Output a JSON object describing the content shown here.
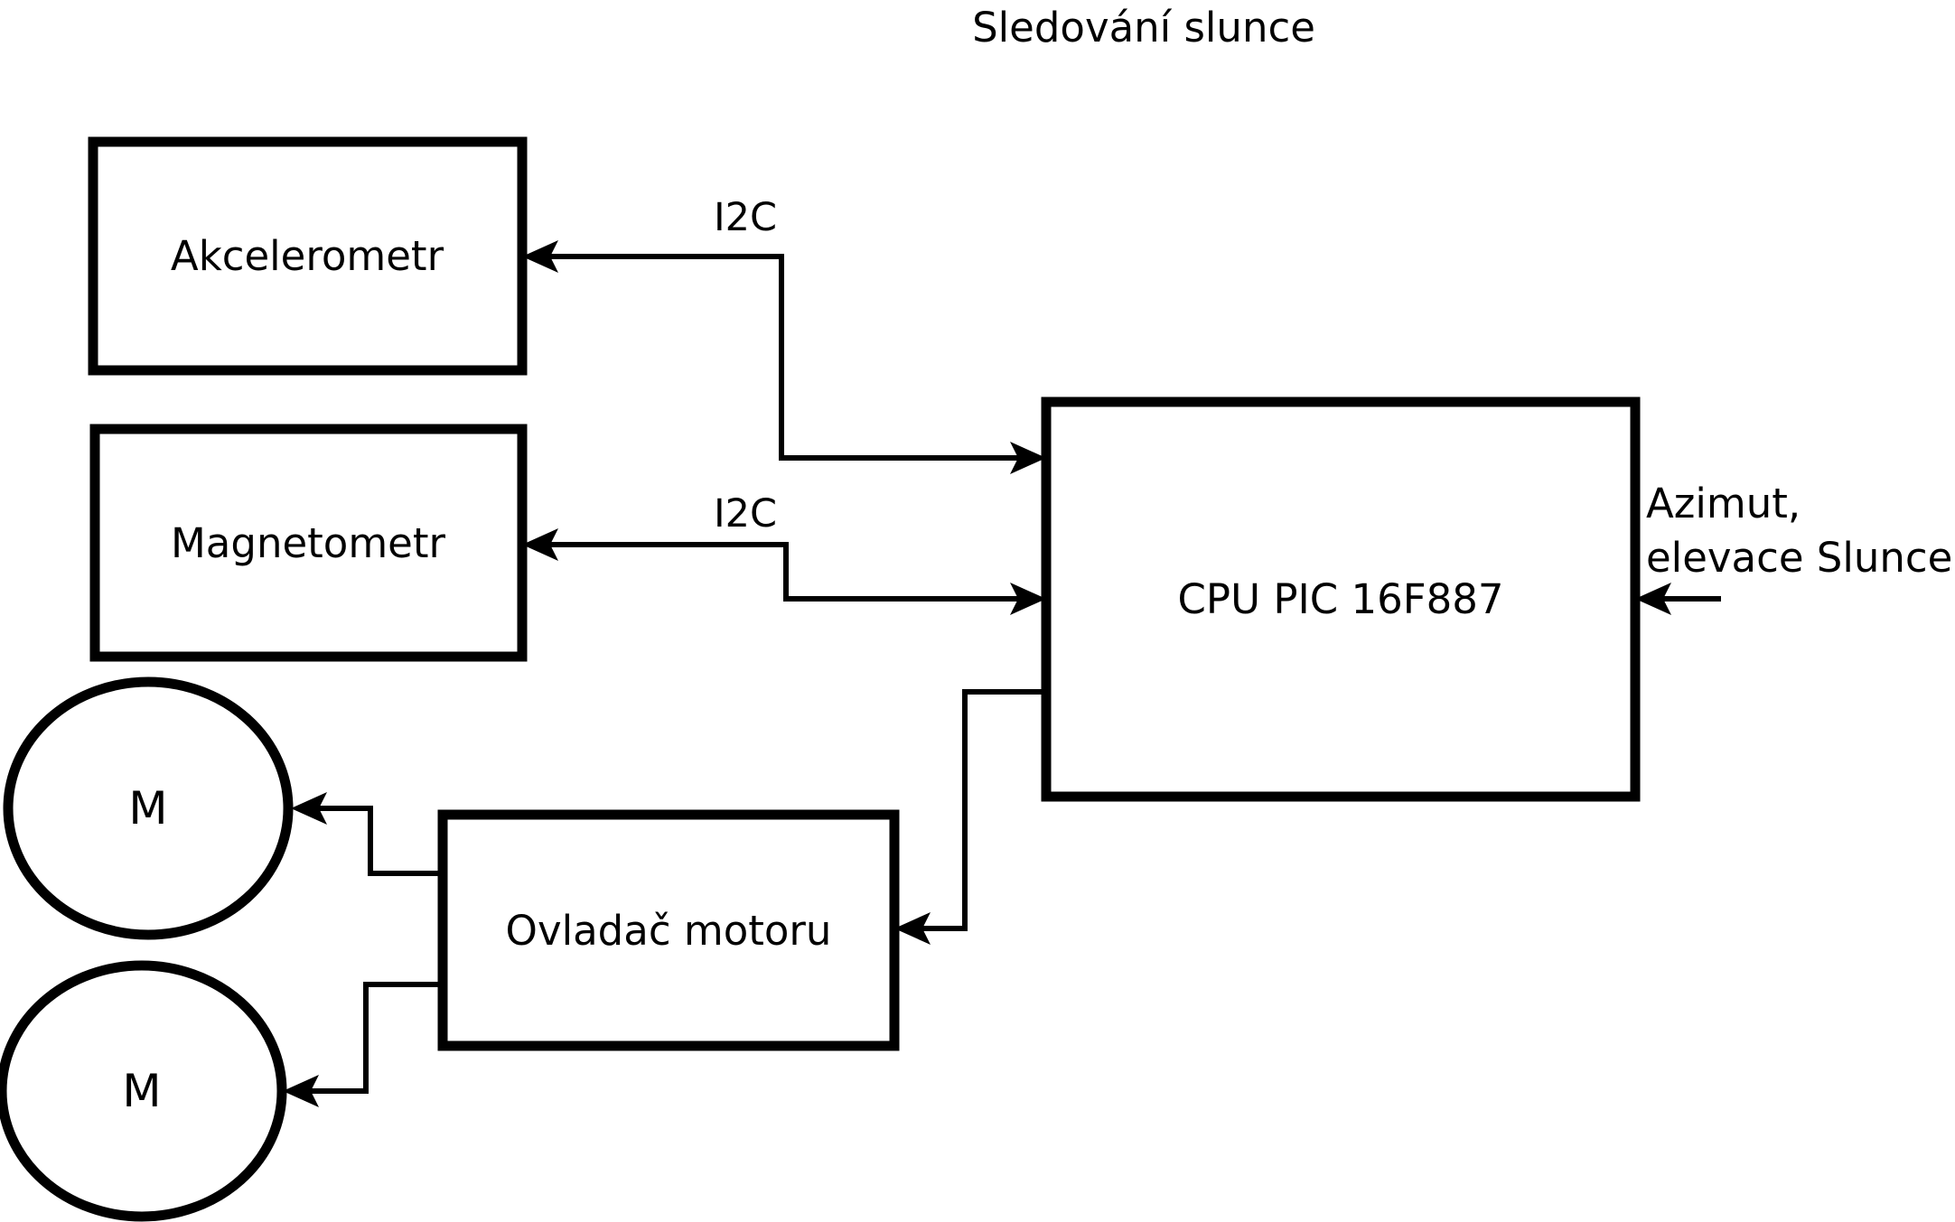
{
  "title": "Sledování slunce",
  "colors": {
    "ink": "#000000",
    "background": "#ffffff"
  },
  "nodes": {
    "akcelerometr": {
      "label": "Akcelerometr",
      "shape": "box"
    },
    "magnetometr": {
      "label": "Magnetometr",
      "shape": "box"
    },
    "cpu": {
      "label": "CPU PIC 16F887",
      "shape": "box"
    },
    "motor_controller": {
      "label": "Ovladač motoru",
      "shape": "box"
    },
    "motor1": {
      "label": "M",
      "shape": "ellipse"
    },
    "motor2": {
      "label": "M",
      "shape": "ellipse"
    }
  },
  "connections": {
    "cpu_to_akcelerometr": {
      "label": "I2C"
    },
    "cpu_to_magnetometr": {
      "label": "I2C"
    },
    "sun_position_input": {
      "label_line1": "Azimut,",
      "label_line2": "elevace Slunce"
    },
    "cpu_to_motor_controller": {
      "label": ""
    },
    "controller_to_motor1": {
      "label": ""
    },
    "controller_to_motor2": {
      "label": ""
    }
  }
}
